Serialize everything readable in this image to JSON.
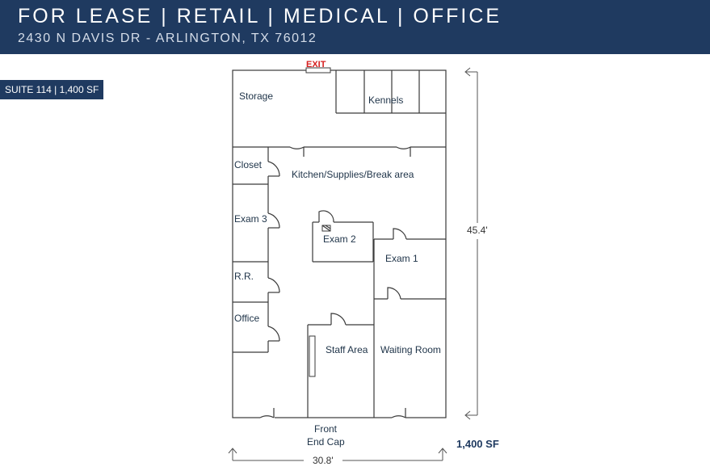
{
  "header": {
    "title": "FOR LEASE | RETAIL | MEDICAL | OFFICE",
    "address": "2430 N DAVIS DR - ARLINGTON, TX 76012"
  },
  "suite_badge": "SUITE 114 | 1,400 SF",
  "floorplan": {
    "exit_label": "EXIT",
    "rooms": {
      "storage": "Storage",
      "kennels": "Kennels",
      "closet": "Closet",
      "kitchen": "Kitchen/Supplies/Break area",
      "exam3": "Exam 3",
      "exam2": "Exam 2",
      "exam1": "Exam 1",
      "restroom": "R.R.",
      "office": "Office",
      "staff_area": "Staff Area",
      "waiting_room": "Waiting Room"
    },
    "front_label_line1": "Front",
    "front_label_line2": "End Cap",
    "height_dimension": "45.4'",
    "width_dimension": "30.8'",
    "total_area": "1,400 SF"
  },
  "colors": {
    "header_bg": "#1f3a60",
    "exit_red": "#d62020"
  }
}
